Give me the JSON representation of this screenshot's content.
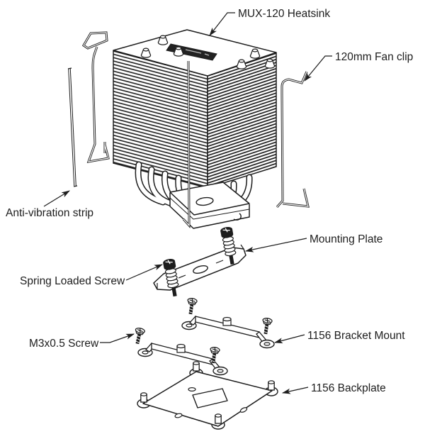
{
  "diagram": {
    "type": "exploded-assembly-drawing",
    "product": "MUX-120 CPU cooler",
    "background_color": "#ffffff",
    "line_color": "#1d1d1d",
    "labels": [
      {
        "id": "heatsink",
        "text": "MUX-120 Heatsink"
      },
      {
        "id": "fan-clip",
        "text": "120mm Fan clip"
      },
      {
        "id": "anti-vibration-strip",
        "text": "Anti-vibration strip"
      },
      {
        "id": "mounting-plate",
        "text": "Mounting Plate"
      },
      {
        "id": "spring-loaded-screw",
        "text": "Spring Loaded Screw"
      },
      {
        "id": "m3-screw",
        "text": "M3x0.5 Screw"
      },
      {
        "id": "bracket-mount",
        "text": "1156 Bracket Mount"
      },
      {
        "id": "backplate",
        "text": "1156 Backplate"
      }
    ]
  }
}
